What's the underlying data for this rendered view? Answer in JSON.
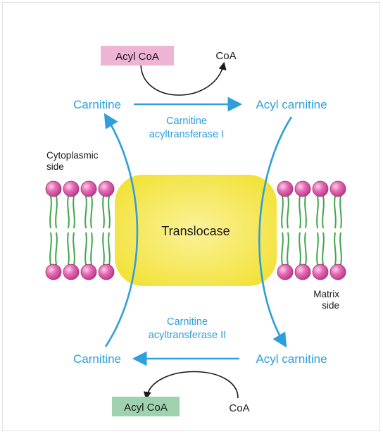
{
  "diagram": {
    "top_acyl_coa": "Acyl CoA",
    "top_coa": "CoA",
    "top_carnitine": "Carnitine",
    "top_acyl_carnitine": "Acyl carnitine",
    "enzyme_1_line1": "Carnitine",
    "enzyme_1_line2": "acyltransferase I",
    "cytoplasmic_line1": "Cytoplasmic",
    "cytoplasmic_line2": "side",
    "translocase": "Translocase",
    "matrix_line1": "Matrix",
    "matrix_line2": "side",
    "enzyme_2_line1": "Carnitine",
    "enzyme_2_line2": "acyltransferase II",
    "bottom_carnitine": "Carnitine",
    "bottom_acyl_carnitine": "Acyl carnitine",
    "bottom_acyl_coa": "Acyl CoA",
    "bottom_coa": "CoA"
  },
  "colors": {
    "arrow_blue": "#2e9fd9",
    "translocase_yellow": "#f7ea4f",
    "lipid_head_pink": "#e66bb5",
    "lipid_tail_green": "#3fa64a",
    "acyl_coa_top_box": "#efb3d3",
    "acyl_coa_bottom_box": "#9ed2ae"
  }
}
